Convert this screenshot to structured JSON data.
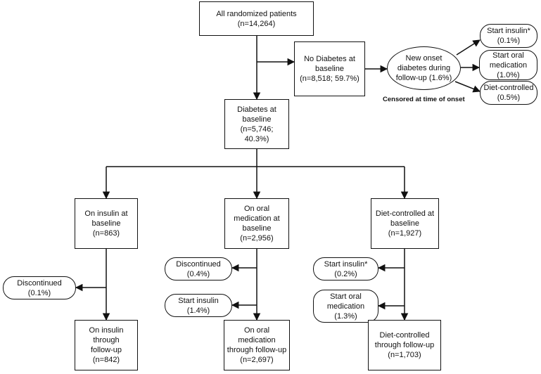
{
  "nodes": {
    "all_randomized": "All randomized patients\n(n=14,264)",
    "no_diabetes": "No Diabetes at\nbaseline\n(n=8,518; 59.7%)",
    "new_onset": "New onset\ndiabetes during\nfollow-up (1.6%)",
    "onset_start_insulin": "Start insulin*\n(0.1%)",
    "onset_start_oral": "Start oral\nmedication\n(1.0%)",
    "onset_diet": "Diet-controlled\n(0.5%)",
    "censored_note": "Censored at time of onset",
    "diabetes_baseline": "Diabetes at\nbaseline\n(n=5,746; 40.3%)",
    "on_insulin_baseline": "On insulin at\nbaseline (n=863)",
    "on_oral_baseline": "On oral\nmedication at\nbaseline (n=2,956)",
    "diet_baseline": "Diet-controlled at\nbaseline (n=1,927)",
    "insulin_discontinued": "Discontinued\n(0.1%)",
    "oral_discontinued": "Discontinued\n(0.4%)",
    "oral_start_insulin": "Start insulin\n(1.4%)",
    "diet_start_insulin": "Start insulin*\n(0.2%)",
    "diet_start_oral": "Start oral\nmedication\n(1.3%)",
    "insulin_through": "On insulin through\nfollow-up (n=842)",
    "oral_through": "On oral\nmedication\nthrough follow-up\n(n=2,697)",
    "diet_through": "Diet-controlled\nthrough follow-up\n(n=1,703)"
  }
}
